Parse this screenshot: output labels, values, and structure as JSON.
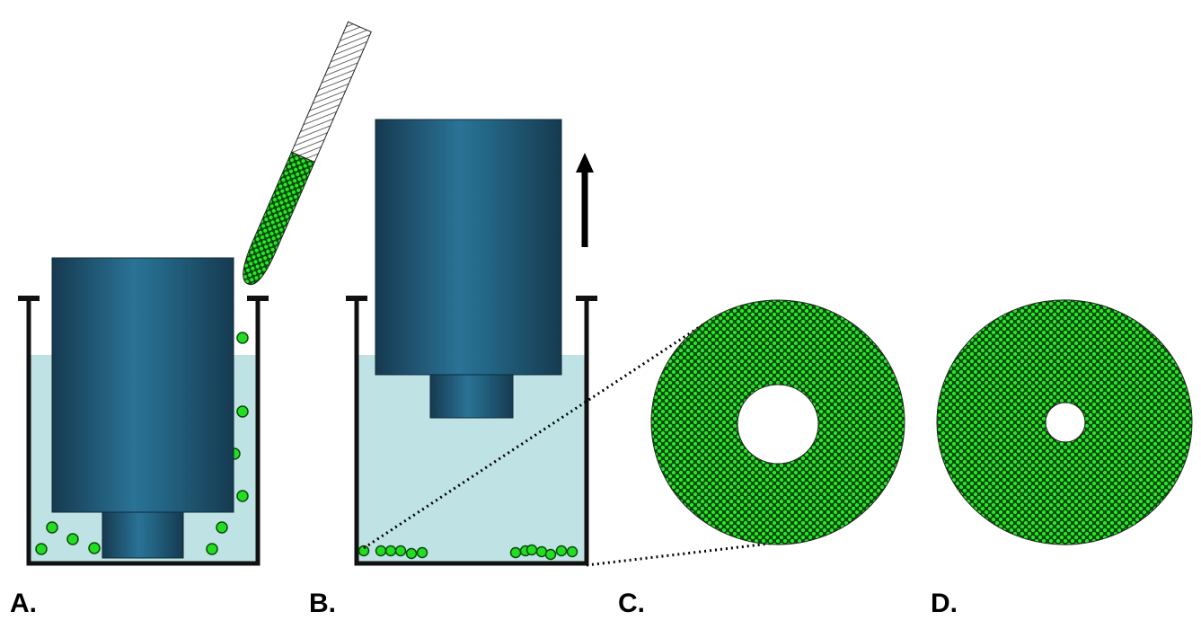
{
  "panels": [
    {
      "id": "A",
      "label": "A."
    },
    {
      "id": "B",
      "label": "B."
    },
    {
      "id": "C",
      "label": "C."
    },
    {
      "id": "D",
      "label": "D."
    }
  ],
  "colors": {
    "background": "#ffffff",
    "liquid": "#bfe2e4",
    "container": "#111111",
    "cylinder_dark": "#163a50",
    "cylinder_light": "#2a7296",
    "beads": "#22dd22",
    "bead_outline": "#0b4a0b",
    "pipette_hatch": "#444444"
  },
  "icons": {
    "pipette": "pipette-icon",
    "arrow": "arrow-up-icon"
  }
}
